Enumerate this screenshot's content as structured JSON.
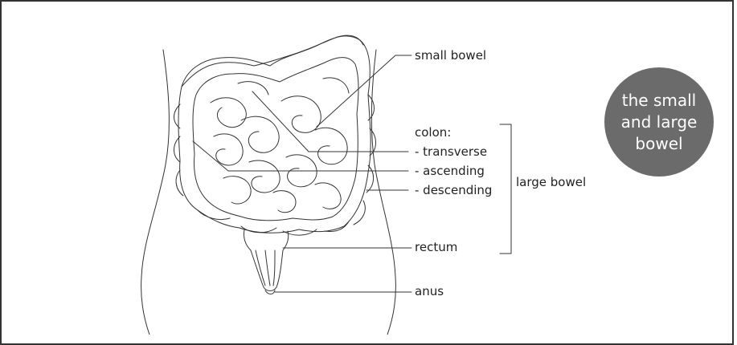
{
  "labels": {
    "small_bowel": "small bowel",
    "colon": "colon:",
    "transverse": "- transverse",
    "ascending": "- ascending",
    "descending": "- descending",
    "large_bowel": "large bowel",
    "rectum": "rectum",
    "anus": "anus"
  },
  "badge": {
    "lines": [
      "the small",
      "and large",
      "bowel"
    ],
    "color": "#6b6b6b"
  },
  "colors": {
    "line": "#333333",
    "background": "#ffffff"
  }
}
